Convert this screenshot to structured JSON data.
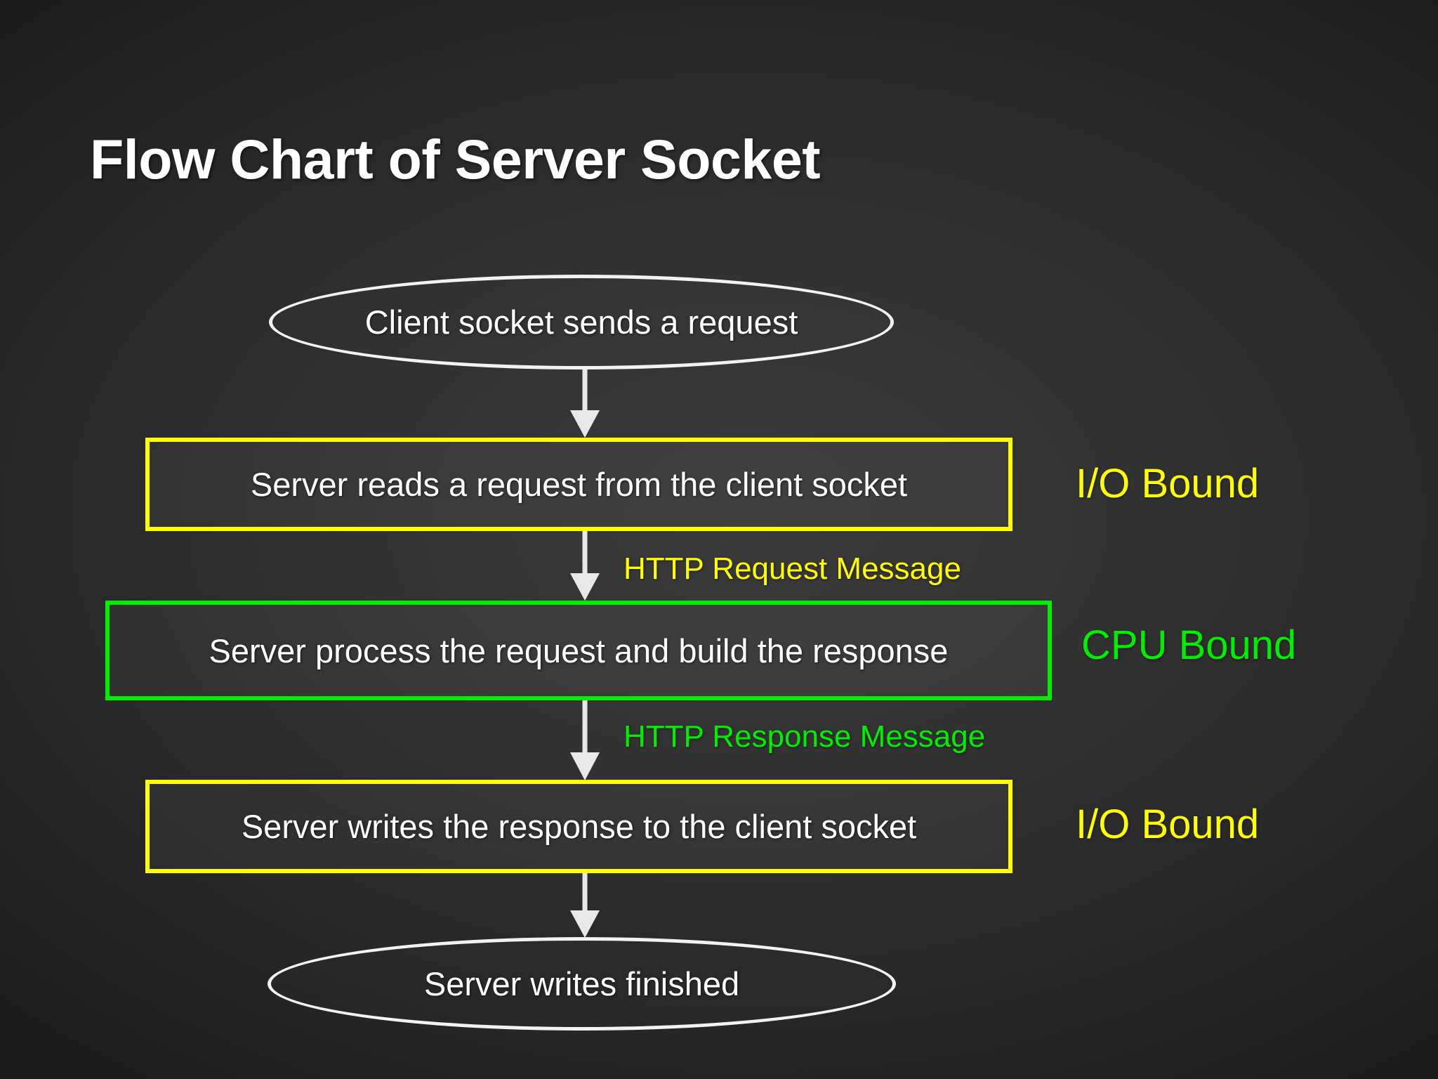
{
  "slide": {
    "title": "Flow Chart of Server Socket",
    "background_colors": {
      "center": "#3a3a3a",
      "edge": "#050505"
    }
  },
  "colors": {
    "io_bound": "#ffff00",
    "cpu_bound": "#00ee00",
    "node_text": "#ffffff",
    "terminator_border": "#f2f2f2",
    "arrow": "#e8e8e8"
  },
  "chart_data": {
    "type": "flowchart",
    "title": "Flow Chart of Server Socket",
    "orientation": "top-to-bottom",
    "nodes": [
      {
        "id": "start",
        "shape": "terminator",
        "label": "Client socket sends a request",
        "border_color": "#f2f2f2",
        "side_label": null,
        "side_label_color": null
      },
      {
        "id": "read",
        "shape": "process",
        "label": "Server reads a request from the client socket",
        "border_color": "#ffff00",
        "side_label": "I/O Bound",
        "side_label_color": "#ffff00"
      },
      {
        "id": "process",
        "shape": "process",
        "label": "Server process the request and build the response",
        "border_color": "#00ee00",
        "side_label": "CPU Bound",
        "side_label_color": "#00ee00"
      },
      {
        "id": "write",
        "shape": "process",
        "label": "Server writes the response to the client socket",
        "border_color": "#ffff00",
        "side_label": "I/O Bound",
        "side_label_color": "#ffff00"
      },
      {
        "id": "finish",
        "shape": "terminator",
        "label": "Server writes finished",
        "border_color": "#f2f2f2",
        "side_label": null,
        "side_label_color": null
      }
    ],
    "edges": [
      {
        "from": "start",
        "to": "read",
        "label": "",
        "label_color": null
      },
      {
        "from": "read",
        "to": "process",
        "label": "HTTP Request Message",
        "label_color": "#ffff00"
      },
      {
        "from": "process",
        "to": "write",
        "label": "HTTP Response Message",
        "label_color": "#00ee00"
      },
      {
        "from": "write",
        "to": "finish",
        "label": "",
        "label_color": null
      }
    ]
  },
  "nodes": {
    "start": {
      "label": "Client socket sends a request"
    },
    "read": {
      "label": "Server reads a request from the client socket"
    },
    "process": {
      "label": "Server process the request and build the response"
    },
    "write": {
      "label": "Server writes the response to the client socket"
    },
    "finish": {
      "label": "Server writes finished"
    }
  },
  "side_labels": {
    "io_bound_top": "I/O Bound",
    "cpu_bound": "CPU Bound",
    "io_bound_bottom": "I/O Bound"
  },
  "edge_labels": {
    "http_request": "HTTP Request Message",
    "http_response": "HTTP Response Message"
  }
}
